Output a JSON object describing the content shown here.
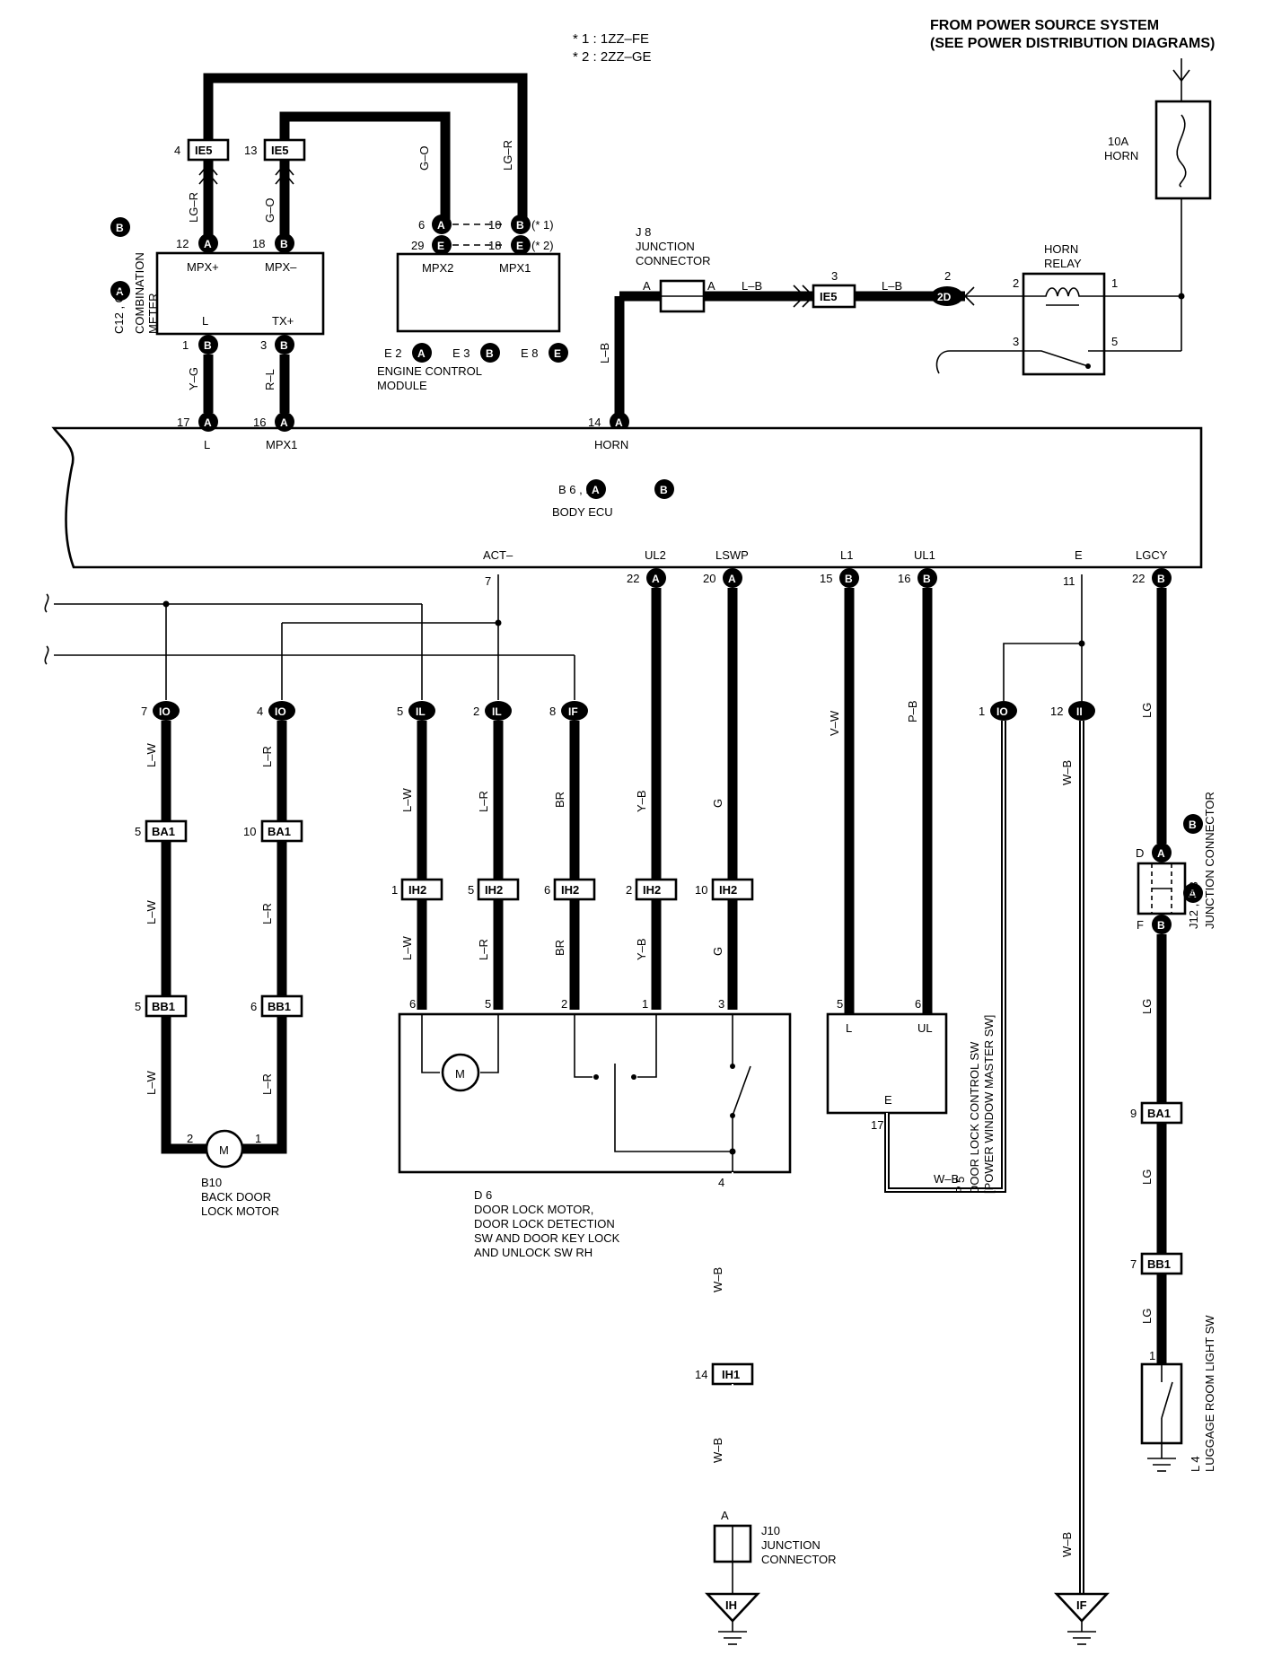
{
  "notes": {
    "n1": "* 1 : 1ZZ–FE",
    "n2": "* 2 : 2ZZ–GE"
  },
  "power": {
    "line1": "FROM POWER SOURCE SYSTEM",
    "line2": "(SEE POWER DISTRIBUTION DIAGRAMS)",
    "fuse_amp": "10A",
    "fuse_name": "HORN"
  },
  "horn_relay": {
    "line1": "HORN",
    "line2": "RELAY",
    "p1": "1",
    "p2": "2",
    "p3": "3",
    "p5": "5"
  },
  "j8": {
    "id": "J 8",
    "line1": "JUNCTION",
    "line2": "CONNECTOR",
    "a": "A"
  },
  "ie5_horn": {
    "label": "IE5",
    "pin": "3",
    "wire1": "L–B",
    "wire2": "L–B"
  },
  "c2d": {
    "label": "2D",
    "pin": "2"
  },
  "meter": {
    "label": "C12 , C13",
    "a": "A",
    "b": "B",
    "line1": "COMBINATION",
    "line2": "METER",
    "mpxp": "MPX+",
    "mpxm": "MPX–",
    "l": "L",
    "txp": "TX+"
  },
  "ecm": {
    "label_e2": "E 2",
    "label_e3": "E 3",
    "label_e8": "E 8",
    "line1": "ENGINE CONTROL",
    "line2": "MODULE",
    "mpx2": "MPX2",
    "mpx1": "MPX1",
    "star1": "(* 1)",
    "star2": "(* 2)"
  },
  "body_ecu": {
    "label": "B 6 , B 7",
    "name": "BODY ECU",
    "l": "L",
    "mpx1": "MPX1",
    "horn": "HORN",
    "act": "ACT–",
    "ul2": "UL2",
    "lswp": "LSWP",
    "l1": "L1",
    "ul1": "UL1",
    "e": "E",
    "lgcy": "LGCY"
  },
  "wires": {
    "lgr": "LG–R",
    "go": "G–O",
    "yg": "Y–G",
    "rl": "R–L",
    "lb": "L–B",
    "lw": "L–W",
    "lr": "L–R",
    "br": "BR",
    "yb": "Y–B",
    "g": "G",
    "vw": "V–W",
    "pb": "P–B",
    "wb": "W–B",
    "lg": "LG"
  },
  "circles": {
    "A": "A",
    "B": "B",
    "E": "E",
    "IO": "IO",
    "IL": "IL",
    "IF": "IF",
    "II": "II",
    "IH": "IH"
  },
  "connectors": {
    "IE5": "IE5",
    "BA1": "BA1",
    "BB1": "BB1",
    "IH2": "IH2",
    "IH1": "IH1"
  },
  "pins": {
    "p1": "1",
    "p2": "2",
    "p3": "3",
    "p4": "4",
    "p5": "5",
    "p6": "6",
    "p7": "7",
    "p8": "8",
    "p9": "9",
    "p10": "10",
    "p11": "11",
    "p12": "12",
    "p13": "13",
    "p14": "14",
    "p15": "15",
    "p16": "16",
    "p17": "17",
    "p18": "18",
    "p20": "20",
    "p22": "22",
    "p29": "29",
    "pA": "A",
    "pD": "D",
    "pF": "F"
  },
  "b10": {
    "id": "B10",
    "line1": "BACK DOOR",
    "line2": "LOCK MOTOR",
    "m": "M"
  },
  "d6": {
    "id": "D 6",
    "line1": "DOOR LOCK MOTOR,",
    "line2": "DOOR LOCK DETECTION",
    "line3": "SW AND DOOR KEY LOCK",
    "line4": "AND UNLOCK SW RH",
    "m": "M"
  },
  "p5": {
    "id": "P 5",
    "line1": "DOOR LOCK CONTROL SW",
    "line2": "[POWER WINDOW MASTER SW]",
    "l": "L",
    "ul": "UL",
    "e": "E"
  },
  "j12": {
    "label": "J12 , J13",
    "line1": "JUNCTION CONNECTOR"
  },
  "j10": {
    "id": "J10",
    "line1": "JUNCTION",
    "line2": "CONNECTOR"
  },
  "l4": {
    "id": "L 4",
    "line1": "LUGGAGE ROOM LIGHT SW"
  }
}
